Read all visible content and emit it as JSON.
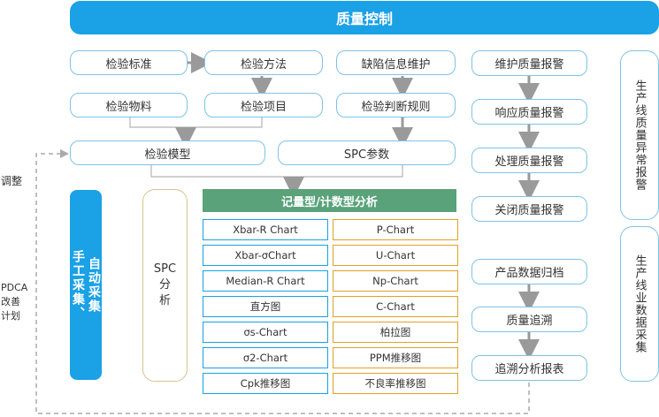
{
  "header": {
    "title": "质量控制"
  },
  "row1": {
    "inspection_standard": "检验标准",
    "inspection_method": "检验方法",
    "defect_maintenance": "缺陷信息维护"
  },
  "row2": {
    "inspection_material": "检验物料",
    "inspection_item": "检验项目",
    "inspection_rules": "检验判断规则"
  },
  "row3": {
    "inspection_model": "检验模型",
    "spc_params": "SPC参数"
  },
  "alarm_flow": [
    "维护质量报警",
    "响应质量报警",
    "处理质量报警",
    "关闭质量报警"
  ],
  "trace_flow": [
    "产品数据归档",
    "质量追溯",
    "追溯分析报表"
  ],
  "left_labels": {
    "adjust": "调整",
    "pdca_line1": "PDCA",
    "pdca_line2": "改善",
    "pdca_line3": "计划"
  },
  "collection": {
    "line1": "手工采集、",
    "line2": "自动采集"
  },
  "spc_analysis": {
    "line1": "SPC",
    "line2": "分",
    "line3": "析"
  },
  "analysis": {
    "title": "记量型/计数型分析",
    "left": [
      "Xbar-R Chart",
      "Xbar-σChart",
      "Median-R Chart",
      "直方图",
      "σs-Chart",
      "σ2-Chart",
      "Cpk推移图"
    ],
    "right": [
      "P-Chart",
      "U-Chart",
      "Np-Chart",
      "C-Chart",
      "柏拉图",
      "PPM推移图",
      "不良率推移图"
    ]
  },
  "right_side": {
    "alarm_collection": "生产线质量异常报警",
    "business_collection": "生产线业数据采集"
  },
  "colors": {
    "primary_blue": "#1aa1e6",
    "pill_border": "#7cc3ea",
    "green_header": "#5aa27a",
    "orange_border": "#e0a12a",
    "tan_border": "#d9c38b",
    "arrow_gray": "#9a9a9a"
  }
}
